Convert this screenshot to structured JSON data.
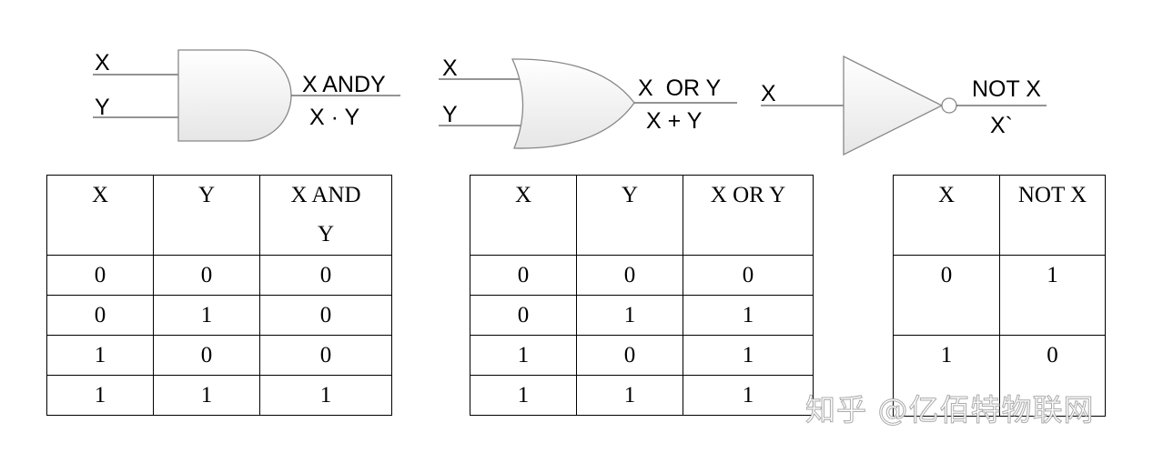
{
  "gates": {
    "and": {
      "input1": "X",
      "input2": "Y",
      "output_top": "X ANDY",
      "output_bottom": "X · Y"
    },
    "or": {
      "input1": "X",
      "input2": "Y",
      "output_top": "X  OR Y",
      "output_bottom": "X + Y"
    },
    "not": {
      "input": "X",
      "output_top": "NOT X",
      "output_bottom": "X`"
    }
  },
  "tables": {
    "and": {
      "headers": [
        "X",
        "Y",
        "X AND",
        "Y"
      ],
      "rows": [
        [
          "0",
          "0",
          "0"
        ],
        [
          "0",
          "1",
          "0"
        ],
        [
          "1",
          "0",
          "0"
        ],
        [
          "1",
          "1",
          "1"
        ]
      ]
    },
    "or": {
      "headers": [
        "X",
        "Y",
        "X OR Y"
      ],
      "rows": [
        [
          "0",
          "0",
          "0"
        ],
        [
          "0",
          "1",
          "1"
        ],
        [
          "1",
          "0",
          "1"
        ],
        [
          "1",
          "1",
          "1"
        ]
      ]
    },
    "not": {
      "headers": [
        "X",
        "NOT X"
      ],
      "rows": [
        [
          "0",
          "1"
        ],
        [
          "1",
          "0"
        ]
      ]
    }
  },
  "watermark": "知乎 @亿佰特物联网"
}
